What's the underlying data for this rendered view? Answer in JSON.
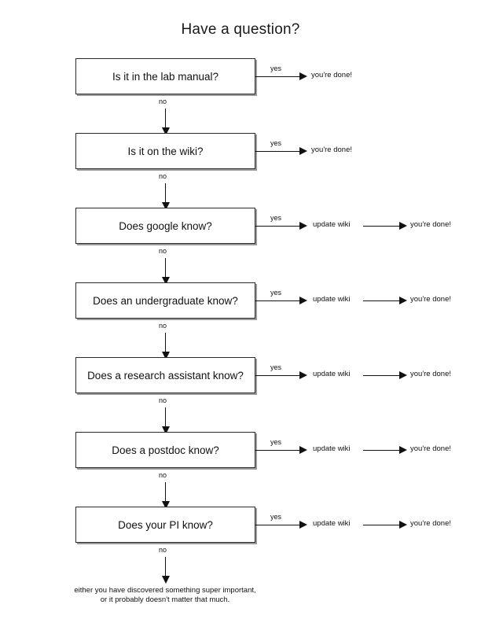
{
  "title": "Have a question?",
  "labels": {
    "yes": "yes",
    "no": "no",
    "done": "you're done!",
    "update_wiki": "update wiki"
  },
  "steps": [
    {
      "question": "Is it in the lab manual?",
      "yes_chain": [
        "you're done!"
      ]
    },
    {
      "question": "Is it on the wiki?",
      "yes_chain": [
        "you're done!"
      ]
    },
    {
      "question": "Does google know?",
      "yes_chain": [
        "update wiki",
        "you're done!"
      ]
    },
    {
      "question": "Does an undergraduate know?",
      "yes_chain": [
        "update wiki",
        "you're done!"
      ]
    },
    {
      "question": "Does a research assistant know?",
      "yes_chain": [
        "update wiki",
        "you're done!"
      ]
    },
    {
      "question": "Does a postdoc know?",
      "yes_chain": [
        "update wiki",
        "you're done!"
      ]
    },
    {
      "question": "Does your PI know?",
      "yes_chain": [
        "update wiki",
        "you're done!"
      ]
    }
  ],
  "outcome": {
    "line1": "either you have discovered something super important,",
    "line2": "or it probably doesn't matter that much."
  }
}
